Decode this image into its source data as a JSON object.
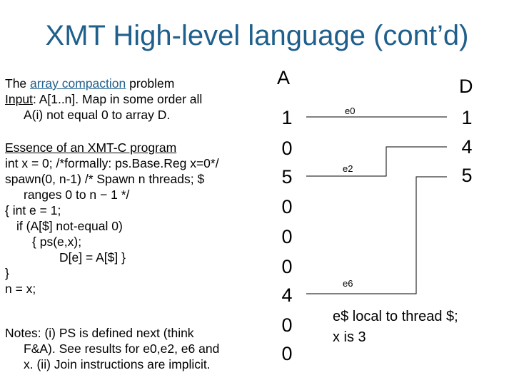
{
  "title": "XMT High-level language (cont’d)",
  "left": {
    "p1_prefix": "The ",
    "p1_link": "array compaction",
    "p1_suffix": " problem",
    "p2_input": "Input",
    "p2_rest": ": A[1..n]. Map in some order all",
    "p3": "A(i)  not equal 0  to array D.",
    "essence": "Essence of an XMT-C program",
    "code": [
      "int x = 0; /*formally: ps.Base.Reg x=0*/",
      "spawn(0, n-1) /* Spawn n threads; $",
      "ranges 0 to n − 1 */",
      "{ int e = 1;",
      "if (A[$] not-equal 0)",
      "{ ps(e,x);",
      "D[e] = A[$] }",
      "}",
      "n = x;"
    ],
    "notes": [
      "Notes: (i) PS is defined next (think",
      "F&A). See results for e0,e2, e6 and",
      "x. (ii) Join instructions are implicit."
    ]
  },
  "array_a": {
    "label": "A",
    "values": [
      "1",
      "0",
      "5",
      "0",
      "0",
      "0",
      "4",
      "0",
      "0"
    ]
  },
  "array_d": {
    "label": "D",
    "values": [
      "1",
      "4",
      "5"
    ]
  },
  "labels": {
    "e0": "e0",
    "e2": "e2",
    "e6": "e6"
  },
  "note": {
    "line1": "e$ local to thread $;",
    "line2": "x is 3"
  },
  "colors": {
    "title": "#1f5f8b",
    "link": "#1f5f8b",
    "text": "#000000"
  }
}
